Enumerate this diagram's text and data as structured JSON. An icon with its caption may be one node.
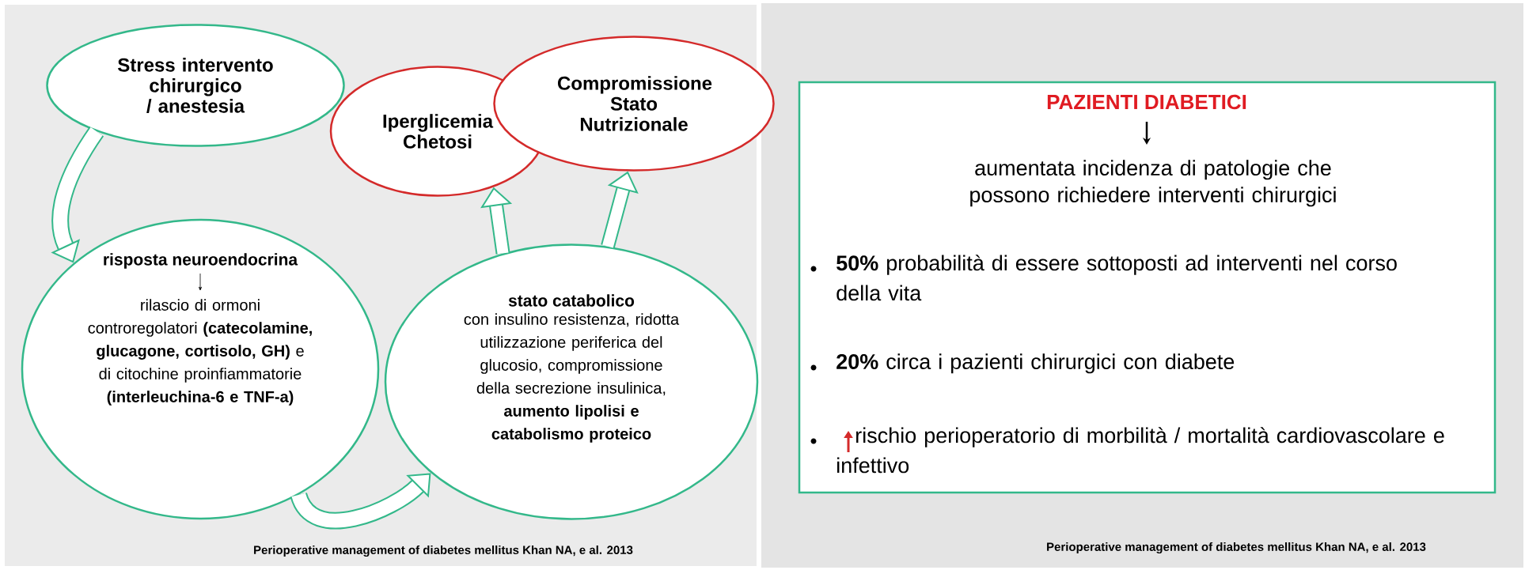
{
  "diagram": {
    "nodes": [
      {
        "text": [
          "Stress intervento chirurgico / anestesia"
        ]
      },
      {
        "text": [
          "Iperglicemia Chetosi"
        ]
      },
      {
        "text": [
          "Compromissione Stato Nutrizionale"
        ]
      },
      {
        "text": [
          "risposta neuroendocrina",
          "rilascio di ormoni controregolatori **(catecolamine, glucagone, cortisolo, GH)** e di citochine proinfiammatorie **(interleuchina-6 e TNF-a)**"
        ]
      },
      {
        "text": [
          "stato catabolico",
          "con insulino resistenza, ridotta utilizzazione periferica del glucosio, compromissione della secrezione insulinica, **aumento lipolisi e catabolismo proteico**"
        ]
      },
      {
        "text": [
          "PAZIENTI DIABETICI",
          "aumentata incidenza di patologie che possono richiedere interventi chirurgici",
          "**50%** probabilità di essere sottoposti ad interventi nel corso della vita",
          "**20%** circa i pazienti chirurgici con diabete",
          "rischio perioperatorio di morbilità / mortalità cardiovascolare e infettivo"
        ]
      }
    ],
    "edges": [
      {
        "from": 0,
        "to": 3,
        "arrow": "to"
      },
      {
        "from": 3,
        "to": 4,
        "arrow": "to"
      },
      {
        "from": 4,
        "to": 1,
        "arrow": "to"
      },
      {
        "from": 4,
        "to": 2,
        "arrow": "to"
      }
    ],
    "labels": [
      "Perioperative management of diabetes mellitus Khan NA, e al. 2013",
      "Perioperative management of diabetes mellitus Khan NA, e al. 2013"
    ]
  }
}
